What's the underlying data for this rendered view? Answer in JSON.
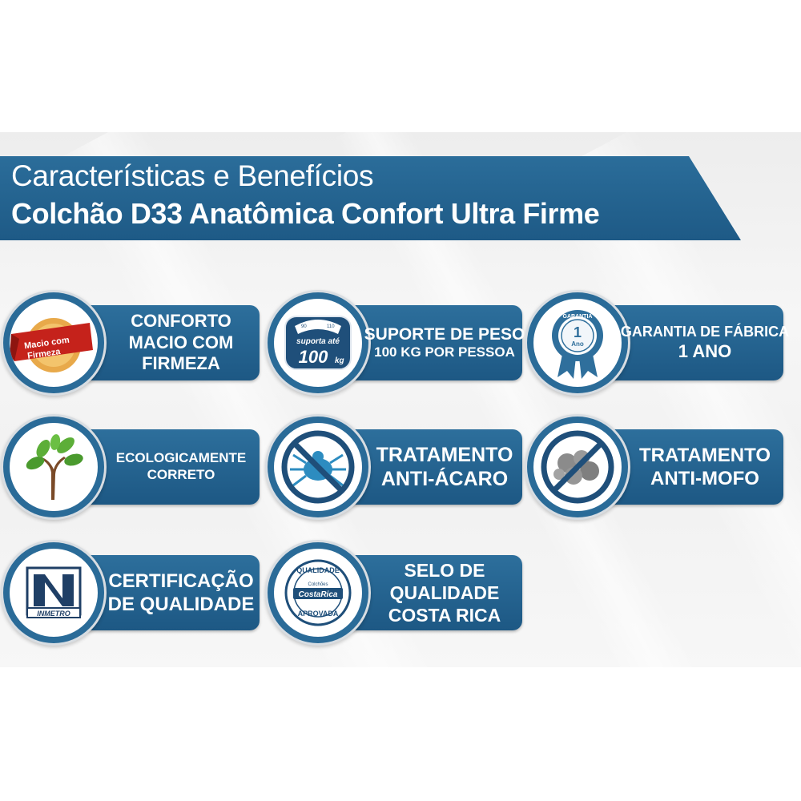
{
  "header": {
    "title": "Características e Benefícios",
    "subtitle": "Colchão D33 Anatômica Confort Ultra Firme"
  },
  "colors": {
    "banner_blue": "#1e5a86",
    "background": "#f2f2f2",
    "text": "#ffffff",
    "badge_red": "#d42a22"
  },
  "features": [
    {
      "icon": "macio-com-firmeza-badge-icon",
      "icon_text": [
        "Macio com",
        "Firmeza"
      ],
      "lines": [
        "CONFORTO",
        "MACIO COM",
        "FIRMEZA"
      ]
    },
    {
      "icon": "weight-scale-icon",
      "icon_text": [
        "suporta até",
        "100",
        "kg",
        "90",
        "110"
      ],
      "lines": [
        "SUPORTE DE PESO",
        "100 KG POR PESSOA"
      ]
    },
    {
      "icon": "warranty-ribbon-icon",
      "icon_text": [
        "GARANTIA",
        "1",
        "Ano"
      ],
      "lines": [
        "GARANTIA DE FÁBRICA",
        "1 ANO"
      ]
    },
    {
      "icon": "tree-icon",
      "lines": [
        "ECOLOGICAMENTE",
        "CORRETO"
      ]
    },
    {
      "icon": "no-mite-icon",
      "lines": [
        "TRATAMENTO",
        "ANTI-ÁCARO"
      ]
    },
    {
      "icon": "no-mold-icon",
      "lines": [
        "TRATAMENTO",
        "ANTI-MOFO"
      ]
    },
    {
      "icon": "inmetro-icon",
      "icon_text": [
        "INMETRO"
      ],
      "lines": [
        "CERTIFICAÇÃO",
        "DE QUALIDADE"
      ]
    },
    {
      "icon": "costa-rica-seal-icon",
      "icon_text": [
        "QUALIDADE",
        "Colchões",
        "CostaRica",
        "APROVADA"
      ],
      "lines": [
        "SELO DE",
        "QUALIDADE",
        "COSTA RICA"
      ]
    }
  ]
}
